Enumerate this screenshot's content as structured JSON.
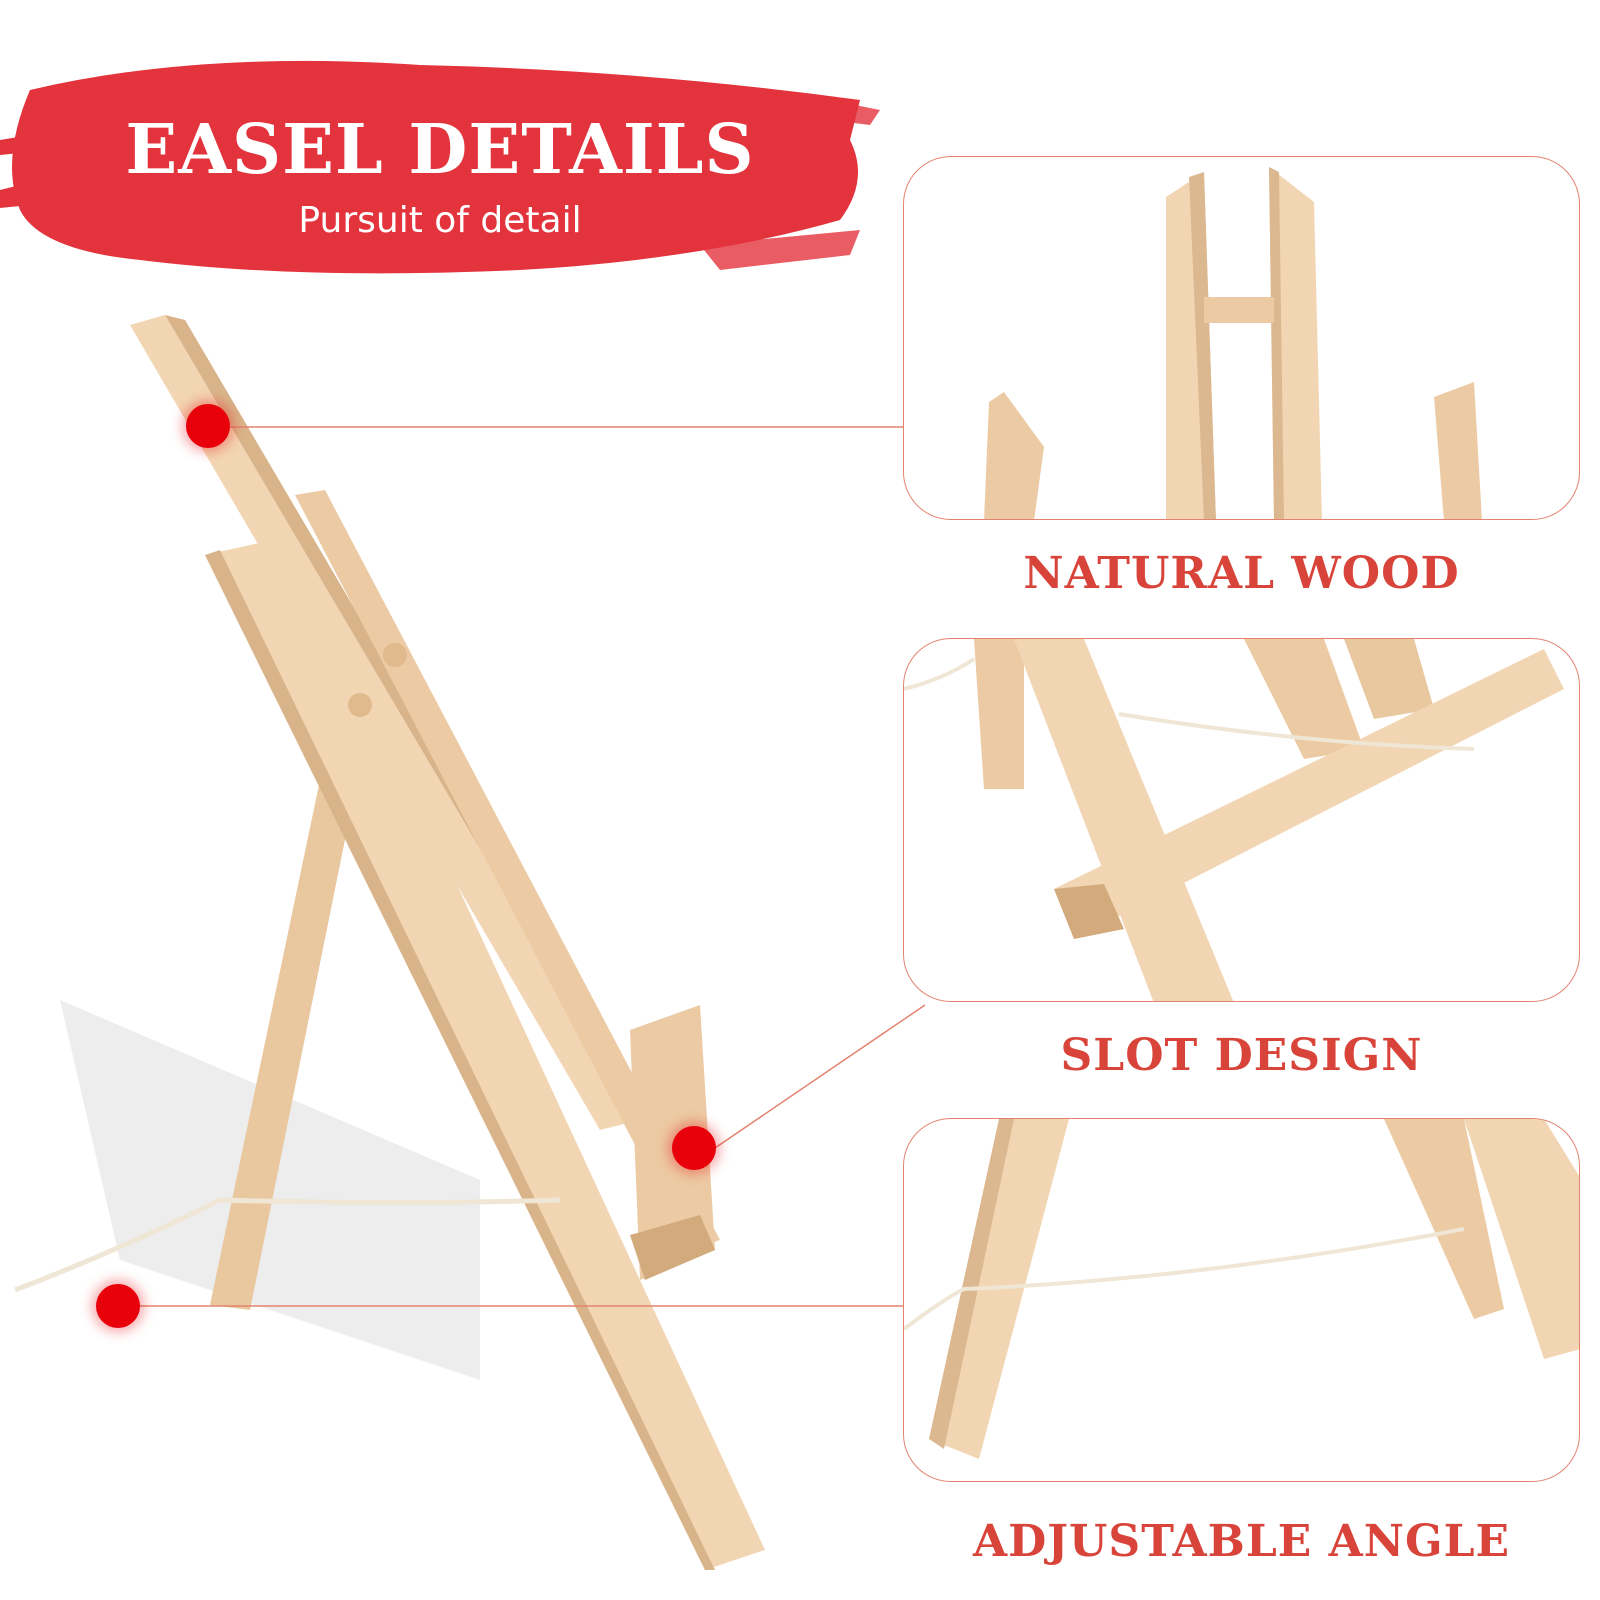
{
  "banner": {
    "title": "EASEL DETAILS",
    "subtitle": "Pursuit of detail",
    "color": "#e3333c"
  },
  "features": [
    {
      "label": "NATURAL WOOD"
    },
    {
      "label": "SLOT DESIGN"
    },
    {
      "label": "ADJUSTABLE ANGLE"
    }
  ],
  "colors": {
    "accent": "#e8000b",
    "label": "#d9443a",
    "panel_border": "#e3836f",
    "wood_light": "#f2d6b3",
    "wood_dark": "#d9b48a"
  }
}
